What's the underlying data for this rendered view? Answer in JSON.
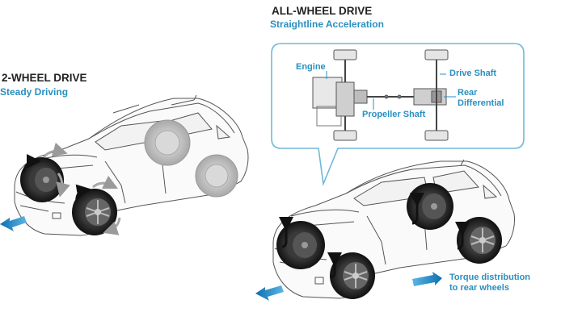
{
  "two_wd": {
    "title": "2-WHEEL DRIVE",
    "subtitle": "Steady Driving"
  },
  "awd": {
    "title": "ALL-WHEEL DRIVE",
    "subtitle": "Straightline  Acceleration"
  },
  "schematic": {
    "engine_label": "Engine",
    "drive_shaft_label": "Drive Shaft",
    "propeller_shaft_label": "Propeller Shaft",
    "rear_differential_label_line1": "Rear",
    "rear_differential_label_line2": "Differential"
  },
  "torque_note": {
    "line1": "Torque distribution",
    "line2": "to rear wheels"
  },
  "colors": {
    "accent_blue": "#2a8fc0",
    "arrow_blue": "#1e88c8",
    "callout_border": "#6fb9d8"
  }
}
